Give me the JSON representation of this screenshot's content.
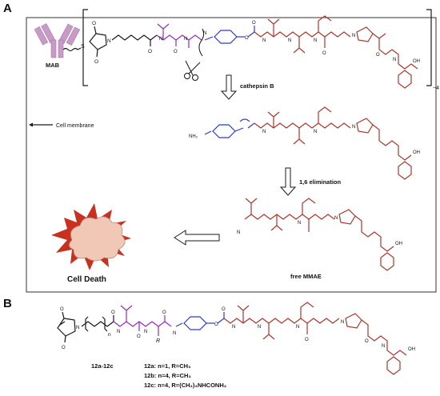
{
  "panel_a": {
    "label": "A",
    "antibody": "MAB",
    "cell_membrane": "Cell membrane",
    "cathepsin": "cathepsin B",
    "elimination": "1,6 elimination",
    "repeat": "~4",
    "free_drug": "free MMAE",
    "cell_death": "Cell Death"
  },
  "panel_b": {
    "label": "B",
    "compound_range": "12a-12c",
    "subscript_n": "n",
    "substituent_r": "R",
    "variants": [
      "12a: n=1, R=CH₃",
      "12b: n=4, R=CH₃",
      "12c: n=4, R=(CH₂)₃NHCONH₂"
    ]
  },
  "atoms": {
    "N": "N",
    "O": "O",
    "S": "S",
    "H": "H",
    "NH2": "NH₂",
    "OH": "OH"
  },
  "colors": {
    "black": "#1a1a1a",
    "purple": "#9b27c9",
    "blue": "#2a3ad6",
    "red": "#b0342a",
    "antibody": "#c99ac8",
    "cloud": "#f1c7b6",
    "burst": "#c8311f"
  }
}
